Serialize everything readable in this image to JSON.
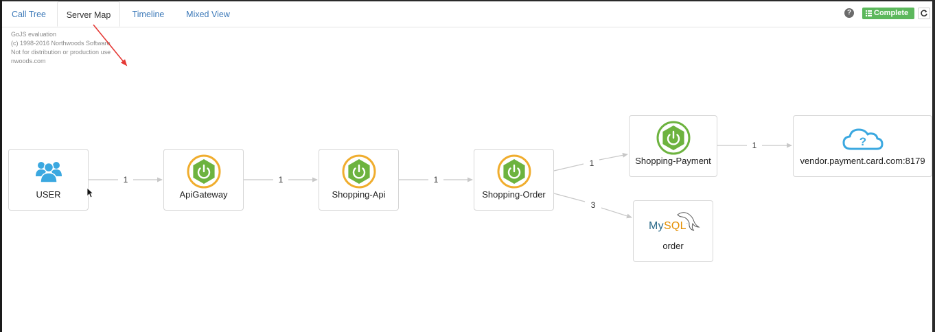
{
  "tabs": [
    {
      "label": "Call Tree"
    },
    {
      "label": "Server Map",
      "active": true
    },
    {
      "label": "Timeline"
    },
    {
      "label": "Mixed View"
    }
  ],
  "toolbar": {
    "help_glyph": "?",
    "complete_label": "Complete",
    "complete_color": "#5cb85c",
    "refresh_icon": "refresh-icon"
  },
  "watermark": [
    "GoJS evaluation",
    "(c) 1998-2016 Northwoods Software",
    "Not for distribution or production use",
    "nwoods.com"
  ],
  "nodes": {
    "user": {
      "label": "USER",
      "icon": "users-icon",
      "color": "#3ba8e0"
    },
    "apigateway": {
      "label": "ApiGateway",
      "icon": "spring-boot-icon"
    },
    "shopping_api": {
      "label": "Shopping-Api",
      "icon": "spring-boot-icon"
    },
    "shopping_order": {
      "label": "Shopping-Order",
      "icon": "spring-boot-icon"
    },
    "shopping_payment": {
      "label": "Shopping-Payment",
      "icon": "spring-boot-icon"
    },
    "vendor": {
      "label": "vendor.payment.card.com:8179",
      "icon": "cloud-unknown-icon",
      "color": "#3ba8e0"
    },
    "order_db": {
      "label": "order",
      "icon": "mysql-icon",
      "logo_text": "MySQL"
    }
  },
  "edges": {
    "user_to_apigateway": "1",
    "apigateway_to_shopping_api": "1",
    "shopping_api_to_shopping_order": "1",
    "shopping_order_to_shopping_payment": "1",
    "shopping_payment_to_vendor": "1",
    "shopping_order_to_order_db": "3"
  },
  "colors": {
    "tab_link": "#3c79b8",
    "spring_green": "#6db33f",
    "ring_orange": "#f0ad2e",
    "edge": "#c8c8c8"
  }
}
